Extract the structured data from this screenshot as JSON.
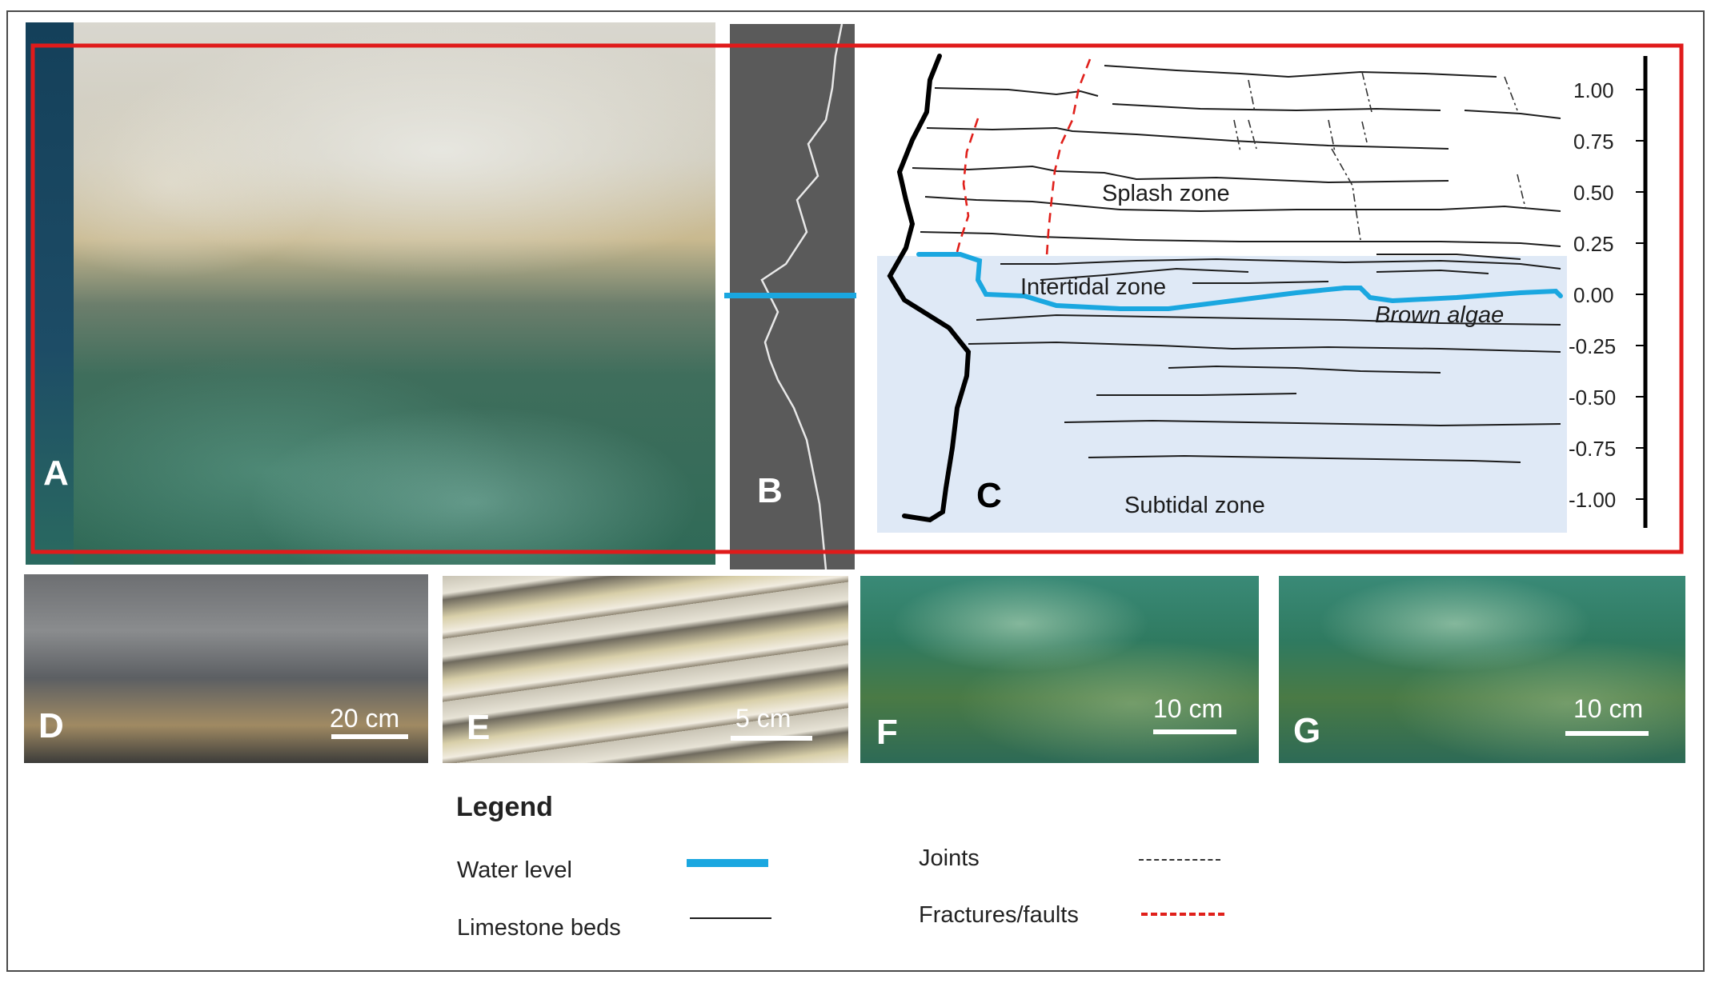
{
  "panels": {
    "A": {
      "letter": "A"
    },
    "B": {
      "letter": "B"
    },
    "C": {
      "letter": "C"
    },
    "D": {
      "letter": "D",
      "scale": "20 cm"
    },
    "E": {
      "letter": "E",
      "scale": "5 cm"
    },
    "F": {
      "letter": "F",
      "scale": "10 cm"
    },
    "G": {
      "letter": "G",
      "scale": "10 cm"
    }
  },
  "sketch": {
    "zones": {
      "splash": "Splash zone",
      "intertidal": "Intertidal zone",
      "subtidal": "Subtidal zone",
      "algae": "Brown algae"
    },
    "axis_ticks": [
      "1.00",
      "0.75",
      "0.50",
      "0.25",
      "0.00",
      "-0.25",
      "-0.50",
      "-0.75",
      "-1.00"
    ]
  },
  "legend": {
    "title": "Legend",
    "items": {
      "water_level": "Water level",
      "limestone_beds": "Limestone beds",
      "joints": "Joints",
      "fractures": "Fractures/faults"
    }
  },
  "colors": {
    "water_level": "#1aa7e0",
    "fractures": "#e0201b",
    "highlight_frame": "#e01b1b",
    "subtidal_fill": "#dfe9f6"
  }
}
